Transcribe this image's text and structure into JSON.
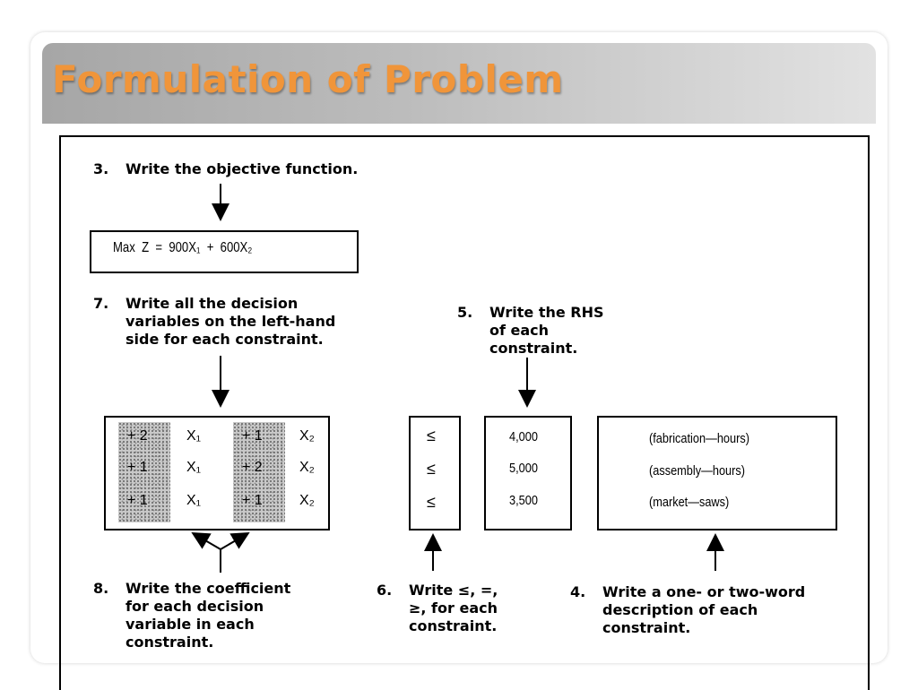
{
  "slide": {
    "title": "Formulation of Problem"
  },
  "steps": {
    "step3": {
      "num": "3.",
      "text": "Write the objective function."
    },
    "step7": {
      "num": "7.",
      "text": "Write all the decision\nvariables on the left-hand\nside for each constraint."
    },
    "step5": {
      "num": "5.",
      "text": "Write the RHS\nof each\nconstraint."
    },
    "step8": {
      "num": "8.",
      "text": "Write the coefficient\nfor each decision\nvariable in each\nconstraint."
    },
    "step6": {
      "num": "6.",
      "text": "Write ≤, =,\n≥, for each\nconstraint."
    },
    "step4": {
      "num": "4.",
      "text": "Write a one- or two-word\ndescription of each\nconstraint."
    }
  },
  "objective": {
    "label": "Max  Z  =  900X₁  +  600X₂"
  },
  "constraints": [
    {
      "coef1": "+ 2",
      "var1": "X₁",
      "coef2": "+ 1",
      "var2": "X₂",
      "sign": "≤",
      "rhs": "4,000",
      "description": "(fabrication—hours)"
    },
    {
      "coef1": "+ 1",
      "var1": "X₁",
      "coef2": "+ 2",
      "var2": "X₂",
      "sign": "≤",
      "rhs": "5,000",
      "description": "(assembly—hours)"
    },
    {
      "coef1": "+ 1",
      "var1": "X₁",
      "coef2": "+ 1",
      "var2": "X₂",
      "sign": "≤",
      "rhs": "3,500",
      "description": "(market—saws)"
    }
  ]
}
